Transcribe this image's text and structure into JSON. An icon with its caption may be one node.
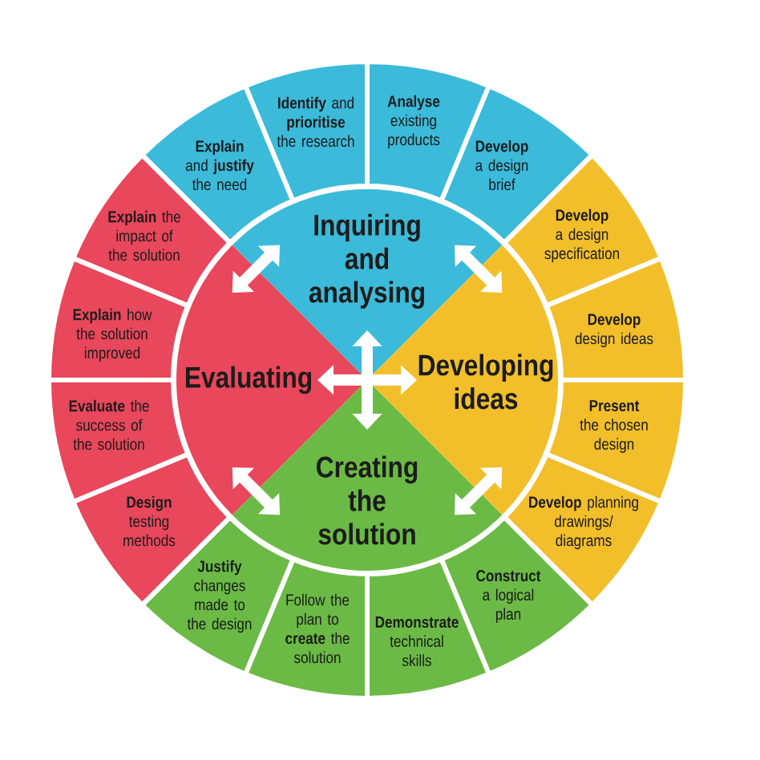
{
  "diagram": {
    "nodes": [
      {
        "text": [
          "Inquiring and analysing"
        ]
      },
      {
        "text": [
          "Developing ideas"
        ]
      },
      {
        "text": [
          "Creating the solution"
        ]
      },
      {
        "text": [
          "Evaluating"
        ]
      },
      {
        "text": [
          "**Explain** and **justify** the need"
        ]
      },
      {
        "text": [
          "**Identify** and **prioritise** the research"
        ]
      },
      {
        "text": [
          "**Analyse** existing products"
        ]
      },
      {
        "text": [
          "**Develop** a design brief"
        ]
      },
      {
        "text": [
          "**Develop** a design specification"
        ]
      },
      {
        "text": [
          "**Develop** design ideas"
        ]
      },
      {
        "text": [
          "**Present** the chosen design"
        ]
      },
      {
        "text": [
          "**Develop** planning drawings/ diagrams"
        ]
      },
      {
        "text": [
          "**Construct** a logical plan"
        ]
      },
      {
        "text": [
          "**Demonstrate** technical skills"
        ]
      },
      {
        "text": [
          "Follow the plan to **create** the solution"
        ]
      },
      {
        "text": [
          "**Justify** changes made to the design"
        ]
      },
      {
        "text": [
          "**Design** testing methods"
        ]
      },
      {
        "text": [
          "**Evaluate** the success of the solution"
        ]
      },
      {
        "text": [
          "**Explain** how the solution improved"
        ]
      },
      {
        "text": [
          "**Explain** the impact of the solution"
        ]
      }
    ],
    "edges": [
      {
        "from": 0,
        "to": 1,
        "arrow": "both"
      },
      {
        "from": 1,
        "to": 2,
        "arrow": "both"
      },
      {
        "from": 2,
        "to": 3,
        "arrow": "both"
      },
      {
        "from": 3,
        "to": 0,
        "arrow": "both"
      },
      {
        "from": 0,
        "to": 2,
        "arrow": "both"
      },
      {
        "from": 3,
        "to": 1,
        "arrow": "both"
      }
    ]
  }
}
